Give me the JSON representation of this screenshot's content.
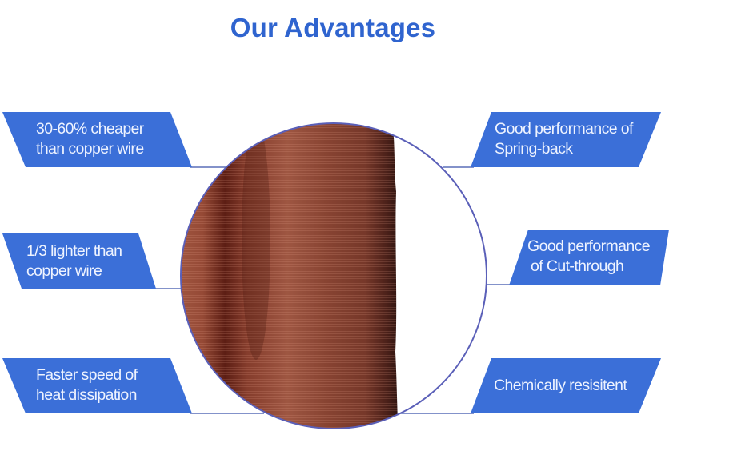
{
  "title": "Our Advantages",
  "colors": {
    "banner_blue": "#3b6fd8",
    "line_blue": "#5a6fb8",
    "title_blue": "#2f64cf",
    "copper": "#9a4a35"
  },
  "image": {
    "subject": "enameled copper-clad aluminum wire spool",
    "frame": "circle"
  },
  "advantages_left": [
    {
      "line1": "30-60% cheaper",
      "line2": "than copper wire"
    },
    {
      "line1": "1/3 lighter than",
      "line2": "copper wire"
    },
    {
      "line1": "Faster speed of",
      "line2": "heat dissipation"
    }
  ],
  "advantages_right": [
    {
      "line1": "Good performance of",
      "line2": "Spring-back"
    },
    {
      "line1": "Good performance",
      "line2": "of Cut-through"
    },
    {
      "line1": "Chemically resisitent",
      "line2": ""
    }
  ]
}
